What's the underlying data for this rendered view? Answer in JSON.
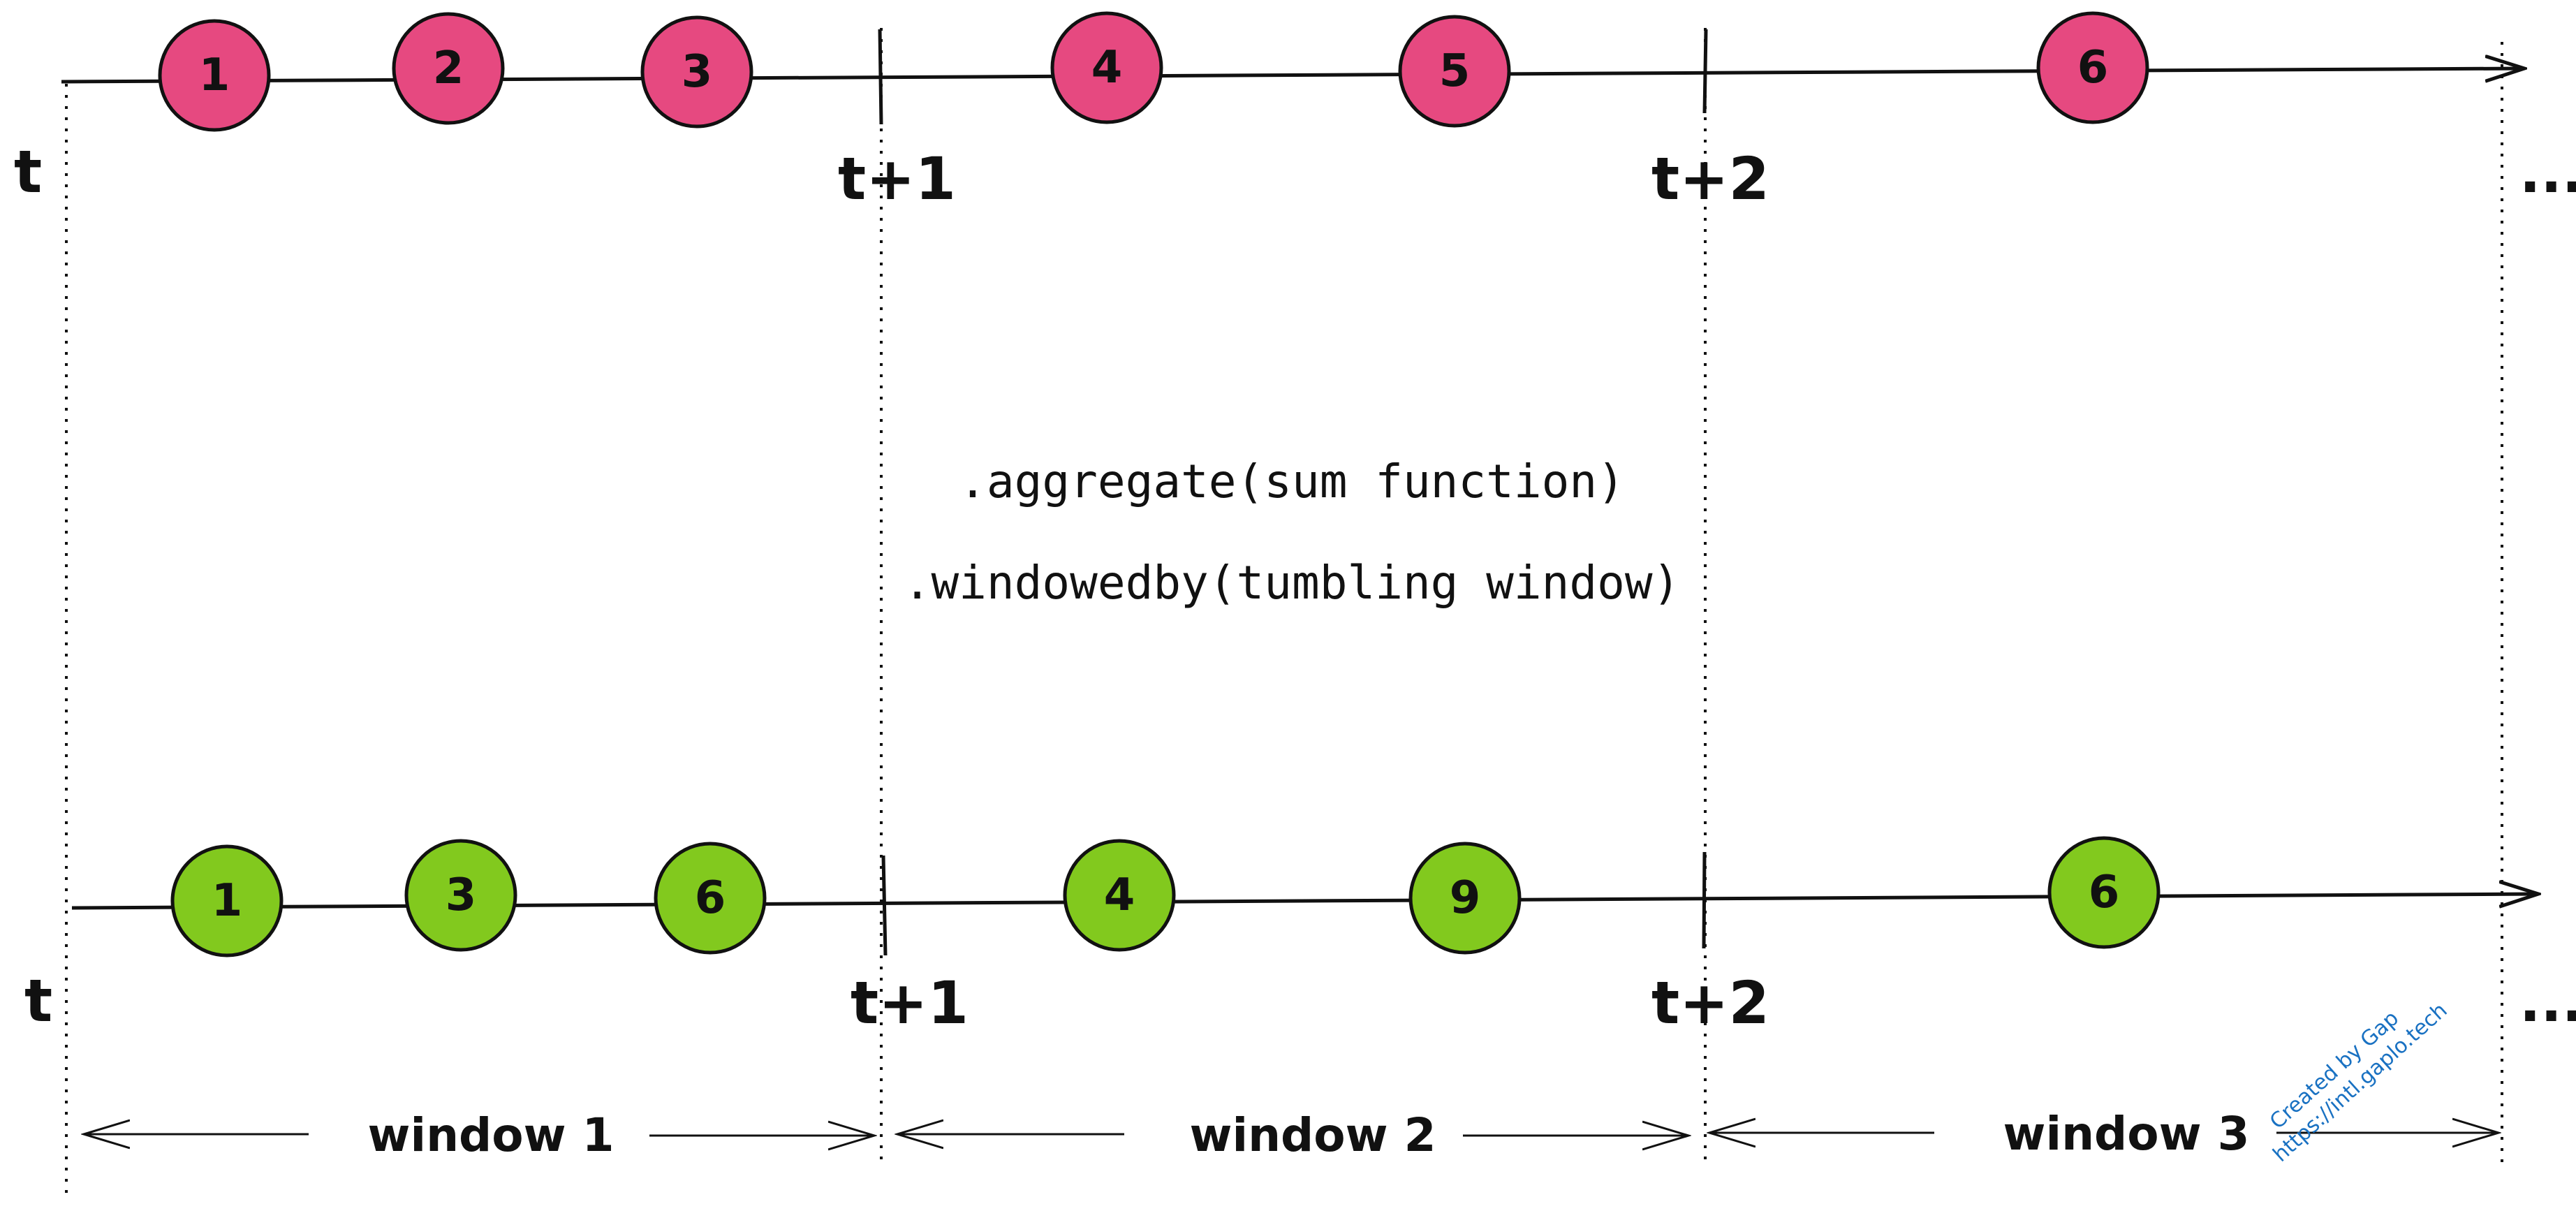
{
  "colors": {
    "input_event": "#e64980",
    "output_event": "#82c91e",
    "stroke": "#111111",
    "credit": "#1971c2"
  },
  "top_stream": {
    "tick_labels": [
      "t",
      "t+1",
      "t+2",
      "..."
    ],
    "events": [
      "1",
      "2",
      "3",
      "4",
      "5",
      "6"
    ]
  },
  "operations": {
    "line1": ".aggregate(sum function)",
    "line2": ".windowedby(tumbling window)"
  },
  "bottom_stream": {
    "tick_labels": [
      "t",
      "t+1",
      "t+2",
      "..."
    ],
    "events": [
      "1",
      "3",
      "6",
      "4",
      "9",
      "6"
    ]
  },
  "windows": [
    "window 1",
    "window 2",
    "window 3"
  ],
  "credit": {
    "line1": "Created by Gap",
    "line2": "https://intl.gaplo.tech"
  }
}
